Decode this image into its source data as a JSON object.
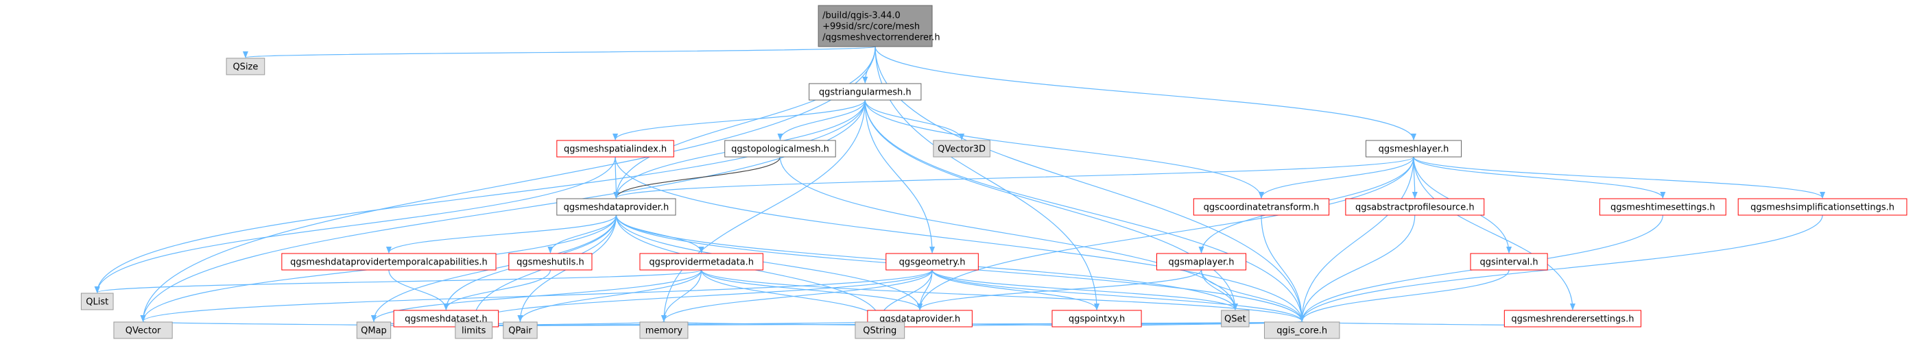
{
  "colors": {
    "root_fill": "#999999",
    "root_stroke": "#666666",
    "white_fill": "#ffffff",
    "white_stroke": "#666666",
    "red_stroke": "#ff0000",
    "gray_fill": "#e0e0e0",
    "gray_stroke": "#999999",
    "edge": "#63b8ff",
    "edge_dark": "#404040",
    "text": "#000000"
  },
  "nodes": [
    {
      "id": "root",
      "lines": [
        "/build/qgis-3.44.0",
        "+99sid/src/core/mesh",
        "/qgsmeshvectorrenderer.h"
      ],
      "style": "root"
    },
    {
      "id": "qsize",
      "lines": [
        "QSize"
      ],
      "style": "gray"
    },
    {
      "id": "triangularmesh",
      "lines": [
        "qgstriangularmesh.h"
      ],
      "style": "white"
    },
    {
      "id": "meshlayer",
      "lines": [
        "qgsmeshlayer.h"
      ],
      "style": "white"
    },
    {
      "id": "meshspatialindex",
      "lines": [
        "qgsmeshspatialindex.h"
      ],
      "style": "red"
    },
    {
      "id": "topologicalmesh",
      "lines": [
        "qgstopologicalmesh.h"
      ],
      "style": "white"
    },
    {
      "id": "qvector3d",
      "lines": [
        "QVector3D"
      ],
      "style": "gray"
    },
    {
      "id": "meshdataprovider",
      "lines": [
        "qgsmeshdataprovider.h"
      ],
      "style": "white"
    },
    {
      "id": "coordinatetransform",
      "lines": [
        "qgscoordinatetransform.h"
      ],
      "style": "red"
    },
    {
      "id": "abstractprofilesource",
      "lines": [
        "qgsabstractprofilesource.h"
      ],
      "style": "red"
    },
    {
      "id": "meshtimesettings",
      "lines": [
        "qgsmeshtimesettings.h"
      ],
      "style": "red"
    },
    {
      "id": "meshsimplification",
      "lines": [
        "qgsmeshsimplificationsettings.h"
      ],
      "style": "red"
    },
    {
      "id": "temporalcaps",
      "lines": [
        "qgsmeshdataprovidertemporalcapabilities.h"
      ],
      "style": "red"
    },
    {
      "id": "meshutils",
      "lines": [
        "qgsmeshutils.h"
      ],
      "style": "red"
    },
    {
      "id": "providermetadata",
      "lines": [
        "qgsprovidermetadata.h"
      ],
      "style": "red"
    },
    {
      "id": "geometry",
      "lines": [
        "qgsgeometry.h"
      ],
      "style": "red"
    },
    {
      "id": "maplayer",
      "lines": [
        "qgsmaplayer.h"
      ],
      "style": "red"
    },
    {
      "id": "interval",
      "lines": [
        "qgsinterval.h"
      ],
      "style": "red"
    },
    {
      "id": "qlist",
      "lines": [
        "QList"
      ],
      "style": "gray"
    },
    {
      "id": "meshdataset",
      "lines": [
        "qgsmeshdataset.h"
      ],
      "style": "red"
    },
    {
      "id": "dataprovider",
      "lines": [
        "qgsdataprovider.h"
      ],
      "style": "red"
    },
    {
      "id": "pointxy",
      "lines": [
        "qgspointxy.h"
      ],
      "style": "red"
    },
    {
      "id": "qset",
      "lines": [
        "QSet"
      ],
      "style": "gray"
    },
    {
      "id": "rendersettings",
      "lines": [
        "qgsmeshrenderersettings.h"
      ],
      "style": "red"
    },
    {
      "id": "qvector",
      "lines": [
        "QVector"
      ],
      "style": "gray"
    },
    {
      "id": "qmap",
      "lines": [
        "QMap"
      ],
      "style": "gray"
    },
    {
      "id": "limits",
      "lines": [
        "limits"
      ],
      "style": "gray"
    },
    {
      "id": "qpair",
      "lines": [
        "QPair"
      ],
      "style": "gray"
    },
    {
      "id": "memory",
      "lines": [
        "memory"
      ],
      "style": "gray"
    },
    {
      "id": "qstring",
      "lines": [
        "QString"
      ],
      "style": "gray"
    },
    {
      "id": "qgiscore",
      "lines": [
        "qgis_core.h"
      ],
      "style": "gray"
    }
  ],
  "edges": [
    [
      "root",
      "qsize"
    ],
    [
      "root",
      "triangularmesh"
    ],
    [
      "root",
      "meshlayer"
    ],
    [
      "root",
      "meshdataprovider"
    ],
    [
      "root",
      "pointxy"
    ],
    [
      "root",
      "qvector"
    ],
    [
      "root",
      "qgiscore"
    ],
    [
      "triangularmesh",
      "meshspatialindex"
    ],
    [
      "triangularmesh",
      "topologicalmesh"
    ],
    [
      "triangularmesh",
      "qvector3d"
    ],
    [
      "triangularmesh",
      "meshdataprovider"
    ],
    [
      "triangularmesh",
      "coordinatetransform"
    ],
    [
      "triangularmesh",
      "geometry"
    ],
    [
      "triangularmesh",
      "qlist"
    ],
    [
      "triangularmesh",
      "qset"
    ],
    [
      "triangularmesh",
      "qvector"
    ],
    [
      "triangularmesh",
      "memory"
    ],
    [
      "triangularmesh",
      "qgiscore"
    ],
    [
      "meshspatialindex",
      "meshdataprovider"
    ],
    [
      "meshspatialindex",
      "qlist"
    ],
    [
      "meshspatialindex",
      "qgiscore"
    ],
    [
      "topologicalmesh",
      "meshdataprovider"
    ],
    [
      "topologicalmesh",
      "qset"
    ],
    [
      "meshlayer",
      "meshdataprovider"
    ],
    [
      "meshlayer",
      "coordinatetransform"
    ],
    [
      "meshlayer",
      "abstractprofilesource"
    ],
    [
      "meshlayer",
      "meshtimesettings"
    ],
    [
      "meshlayer",
      "meshsimplification"
    ],
    [
      "meshlayer",
      "maplayer"
    ],
    [
      "meshlayer",
      "interval"
    ],
    [
      "meshlayer",
      "rendersettings"
    ],
    [
      "meshlayer",
      "dataprovider"
    ],
    [
      "meshlayer",
      "qgiscore"
    ],
    [
      "meshdataprovider",
      "temporalcaps"
    ],
    [
      "meshdataprovider",
      "meshutils"
    ],
    [
      "meshdataprovider",
      "providermetadata"
    ],
    [
      "meshdataprovider",
      "meshdataset"
    ],
    [
      "meshdataprovider",
      "dataprovider"
    ],
    [
      "meshdataprovider",
      "qvector"
    ],
    [
      "meshdataprovider",
      "qmap"
    ],
    [
      "meshdataprovider",
      "limits"
    ],
    [
      "meshdataprovider",
      "qpair"
    ],
    [
      "meshdataprovider",
      "qstring"
    ],
    [
      "meshdataprovider",
      "qset"
    ],
    [
      "meshdataprovider",
      "qgiscore"
    ],
    [
      "temporalcaps",
      "meshdataset"
    ],
    [
      "meshutils",
      "meshdataset"
    ],
    [
      "providermetadata",
      "qlist"
    ],
    [
      "providermetadata",
      "dataprovider"
    ],
    [
      "providermetadata",
      "memory"
    ],
    [
      "providermetadata",
      "qpair"
    ],
    [
      "providermetadata",
      "qstring"
    ],
    [
      "providermetadata",
      "qgiscore"
    ],
    [
      "providermetadata",
      "qmap"
    ],
    [
      "geometry",
      "dataprovider"
    ],
    [
      "geometry",
      "pointxy"
    ],
    [
      "geometry",
      "qvector"
    ],
    [
      "geometry",
      "memory"
    ],
    [
      "geometry",
      "limits"
    ],
    [
      "geometry",
      "qstring"
    ],
    [
      "geometry",
      "qset"
    ],
    [
      "geometry",
      "qgiscore"
    ],
    [
      "coordinatetransform",
      "qgiscore"
    ],
    [
      "abstractprofilesource",
      "qgiscore"
    ],
    [
      "meshtimesettings",
      "qgiscore"
    ],
    [
      "meshsimplification",
      "qgiscore"
    ],
    [
      "interval",
      "qgiscore"
    ],
    [
      "rendersettings",
      "qgiscore"
    ],
    [
      "maplayer",
      "dataprovider"
    ],
    [
      "maplayer",
      "qset"
    ],
    [
      "maplayer",
      "qgiscore"
    ],
    [
      "meshdataset",
      "qvector"
    ],
    [
      "meshdataset",
      "qmap"
    ],
    [
      "meshdataset",
      "limits"
    ],
    [
      "meshdataset",
      "qpair"
    ],
    [
      "meshdataset",
      "memory"
    ],
    [
      "meshdataset",
      "qstring"
    ],
    [
      "meshdataset",
      "qgiscore"
    ],
    [
      "dataprovider",
      "qstring"
    ],
    [
      "dataprovider",
      "memory"
    ],
    [
      "dataprovider",
      "qgiscore"
    ],
    [
      "pointxy",
      "qstring"
    ],
    [
      "pointxy",
      "qgiscore"
    ]
  ],
  "dark_edges": [
    [
      "topologicalmesh",
      "meshdataprovider"
    ]
  ]
}
